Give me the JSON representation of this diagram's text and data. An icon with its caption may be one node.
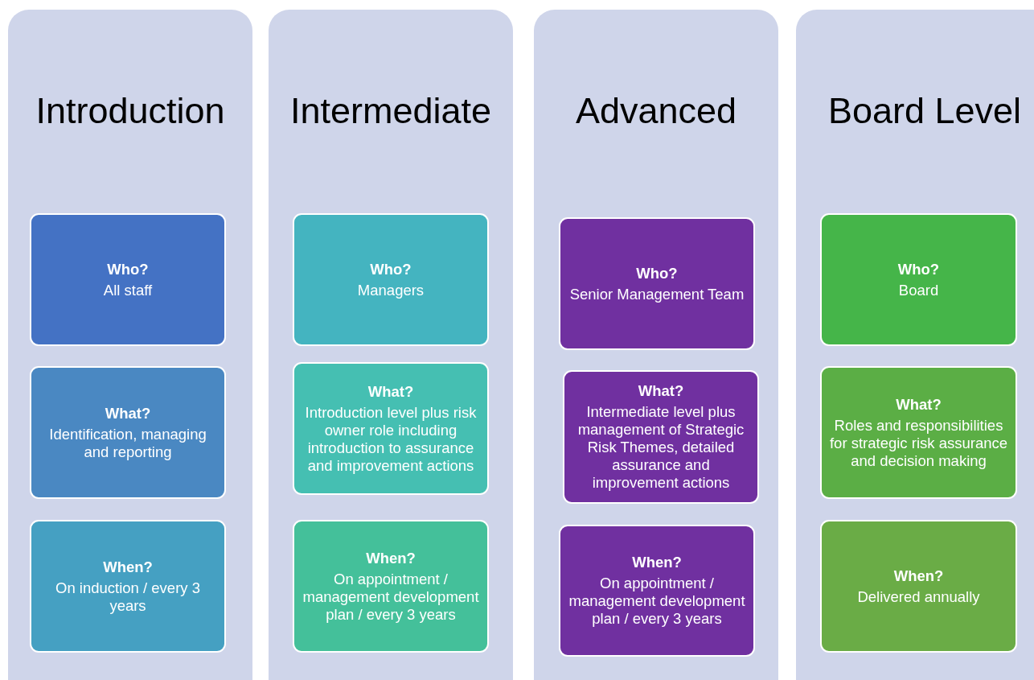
{
  "diagram": {
    "nodes": [
      {
        "text": [
          "Introduction"
        ]
      },
      {
        "text": [
          "Who?",
          "All staff"
        ],
        "in": 0
      },
      {
        "text": [
          "What?",
          "Identification, managing and reporting"
        ],
        "in": 0
      },
      {
        "text": [
          "When?",
          "On induction / every 3 years"
        ],
        "in": 0
      },
      {
        "text": [
          "Intermediate"
        ]
      },
      {
        "text": [
          "Who?",
          "Managers"
        ],
        "in": 4
      },
      {
        "text": [
          "What?",
          "Introduction level plus risk owner role including introduction to assurance and improvement actions"
        ],
        "in": 4
      },
      {
        "text": [
          "When?",
          "On appointment / management development plan / every 3 years"
        ],
        "in": 4
      },
      {
        "text": [
          "Advanced"
        ]
      },
      {
        "text": [
          "Who?",
          "Senior Management Team"
        ],
        "in": 8
      },
      {
        "text": [
          "What?",
          "Intermediate level plus management of Strategic Risk Themes, detailed assurance and improvement actions"
        ],
        "in": 8
      },
      {
        "text": [
          "When?",
          "On appointment / management development plan / every 3 years"
        ],
        "in": 8
      },
      {
        "text": [
          "Board Level"
        ]
      },
      {
        "text": [
          "Who?",
          "Board"
        ],
        "in": 12
      },
      {
        "text": [
          "What?",
          "Roles and responsibilities for strategic risk assurance and decision making"
        ],
        "in": 12
      },
      {
        "text": [
          "When?",
          "Delivered annually"
        ],
        "in": 12
      }
    ]
  }
}
